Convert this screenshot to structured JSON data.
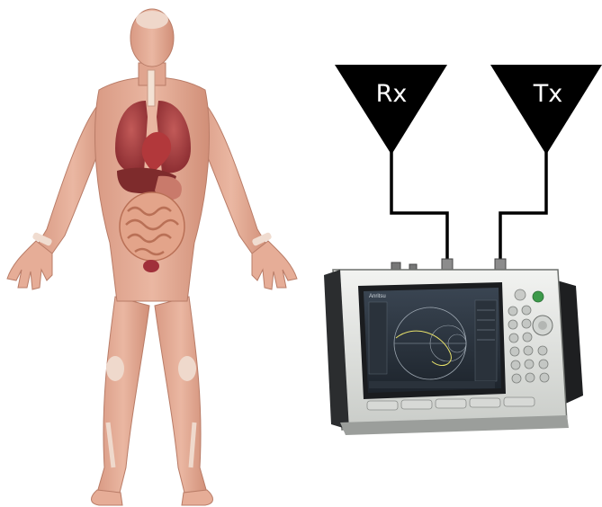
{
  "antennas": [
    {
      "label": "Rx"
    },
    {
      "label": "Tx"
    }
  ],
  "analyzer": {
    "brand": "Anritsu"
  }
}
